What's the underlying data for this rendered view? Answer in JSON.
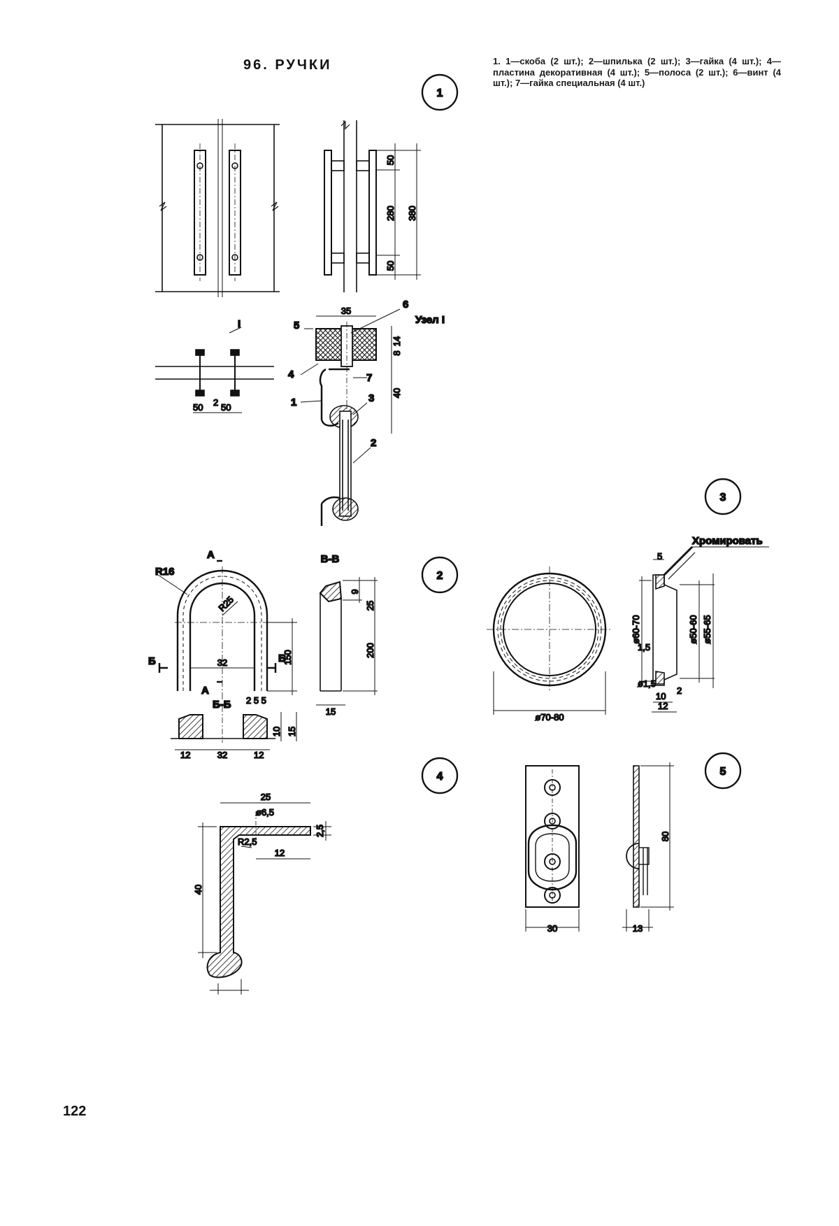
{
  "page": {
    "title": "96. РУЧКИ",
    "page_number": "122",
    "legend": "1. 1—скоба (2 шт.); 2—шпилька (2 шт.); 3—гайка (4 шт.); 4—пластина декоративная (4 шт.); 5—полоса (2 шт.); 6—винт (4 шт.); 7—гайка специальная (4 шт.)"
  },
  "figures": {
    "f1": "1",
    "f2": "2",
    "f3": "3",
    "f4": "4",
    "f5": "5"
  },
  "labels": {
    "node": "Узел I",
    "node_mark": "I",
    "section_bb": "Б-Б",
    "section_vv": "В-В",
    "mark_a": "А",
    "mark_b": "Б",
    "mark_v": "В",
    "chrome": "Хромировать",
    "radius16": "R16",
    "radius25": "R2,5",
    "r25": "R25"
  },
  "parts": {
    "p1": "1",
    "p2": "2",
    "p3": "3",
    "p4": "4",
    "p5": "5",
    "p6": "6",
    "p7": "7"
  },
  "dims": {
    "d50": "50",
    "d280": "280",
    "d380": "380",
    "d35": "35",
    "d40": "40",
    "d8": "8",
    "d14": "14",
    "d502": "50",
    "d2": "2",
    "d32": "32",
    "d150": "150",
    "d9": "9",
    "d25": "25",
    "d200": "200",
    "d15": "15",
    "d12": "12",
    "d10": "10",
    "d5": "5",
    "d255": "2 5 5",
    "phi6070": "ø60-70",
    "phi5060": "ø50-60",
    "phi5565": "ø55-65",
    "phi7080": "ø70-80",
    "phi15": "ø1,5",
    "d15b": "1,5",
    "d10b": "10",
    "d12b": "12",
    "d2b": "2",
    "phi65": "ø6,5",
    "d25b": "25",
    "d25c": "2,5",
    "d12c": "12",
    "d80": "80",
    "d30": "30",
    "d13": "13"
  }
}
